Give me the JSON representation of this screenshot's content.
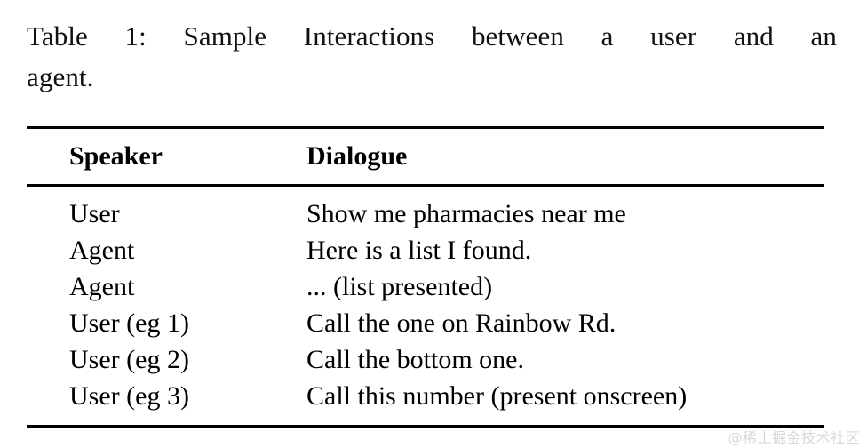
{
  "caption": {
    "line1": "Table 1:  Sample Interactions between a user and an",
    "line2": "agent."
  },
  "table": {
    "columns": [
      "Speaker",
      "Dialogue"
    ],
    "rows": [
      {
        "speaker": "User",
        "dialogue": "Show me pharmacies near me"
      },
      {
        "speaker": "Agent",
        "dialogue": "Here is a list I found."
      },
      {
        "speaker": "Agent",
        "dialogue": "... (list presented)"
      },
      {
        "speaker": "User (eg 1)",
        "dialogue": "Call the one on Rainbow Rd."
      },
      {
        "speaker": "User (eg 2)",
        "dialogue": "Call the bottom one."
      },
      {
        "speaker": "User (eg 3)",
        "dialogue": "Call this number (present onscreen)"
      }
    ]
  },
  "watermark": {
    "text": "@稀土掘金技术社区"
  },
  "colors": {
    "background": "#ffffff",
    "text": "#000000",
    "rule": "#000000",
    "watermark": "#d8d8d8"
  }
}
